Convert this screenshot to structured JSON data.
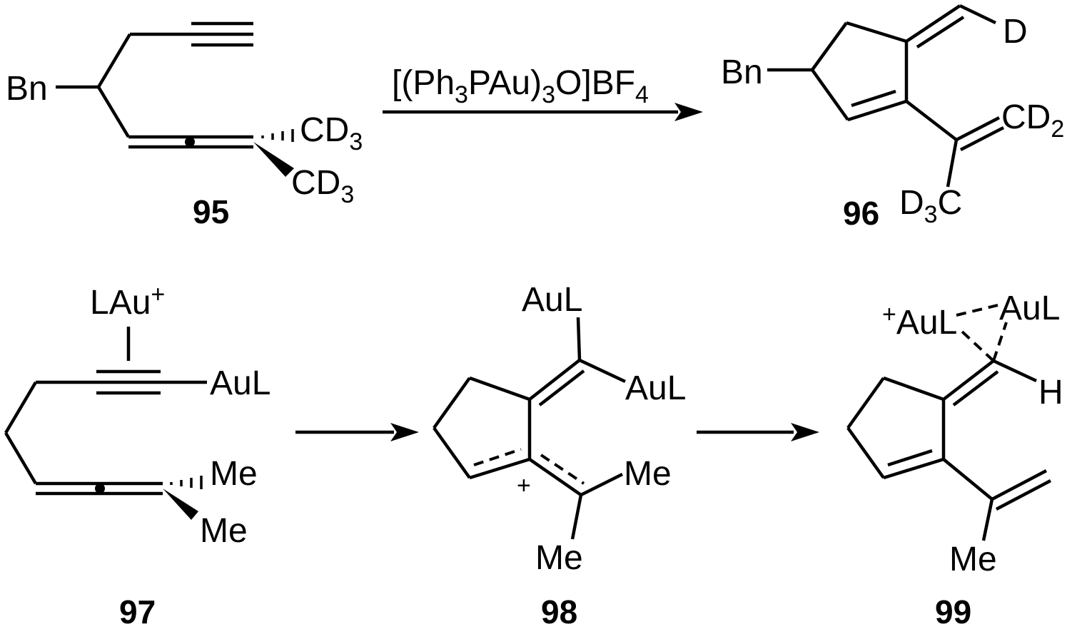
{
  "reagent": {
    "open": "[(Ph",
    "sub1": "3",
    "mid": "PAu)",
    "sub2": "3",
    "close": "O]BF",
    "sub3": "4"
  },
  "compounds": {
    "c95": {
      "number": "95",
      "bn": "Bn",
      "cd3_top": "CD",
      "cd3_top_sub": "3",
      "cd3_bot": "CD",
      "cd3_bot_sub": "3"
    },
    "c96": {
      "number": "96",
      "bn": "Bn",
      "d": "D",
      "cd2": "CD",
      "cd2_sub": "2",
      "d3c_d": "D",
      "d3c_sub": "3",
      "d3c_c": "C"
    },
    "c97": {
      "number": "97",
      "lau": "LAu",
      "lau_charge": "+",
      "aul": "AuL",
      "me_top": "Me",
      "me_bot": "Me"
    },
    "c98": {
      "number": "98",
      "aul_top": "AuL",
      "aul_right": "AuL",
      "charge": "+",
      "me_right": "Me",
      "me_bot": "Me"
    },
    "c99": {
      "number": "99",
      "aul_left_charge": "+",
      "aul_left": "AuL",
      "aul_right": "AuL",
      "h": "H",
      "me": "Me"
    }
  }
}
